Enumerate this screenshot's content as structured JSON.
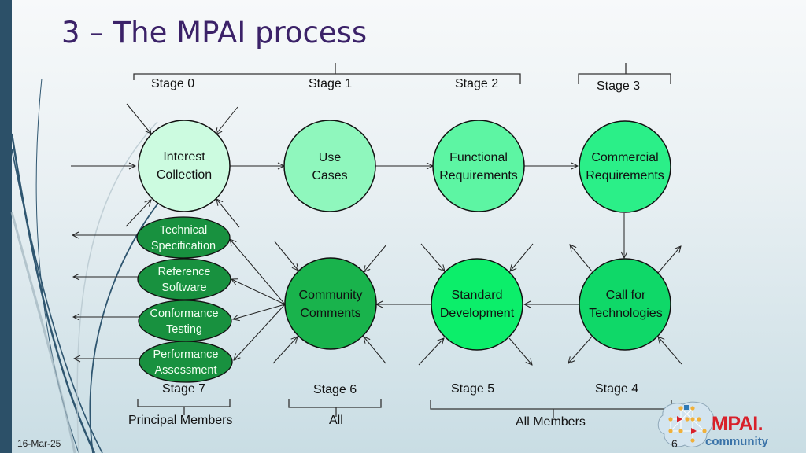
{
  "slide": {
    "title": "3 – The MPAI process",
    "date": "16-Mar-25",
    "page_number": "6"
  },
  "logo": {
    "name": "MPAI.",
    "subtitle": "community",
    "colors": {
      "mpai_red": "#d8202a",
      "community_blue": "#3a73a8",
      "node_orange": "#f2b134"
    }
  },
  "stages": {
    "stage0": "Stage 0",
    "stage1": "Stage 1",
    "stage2": "Stage 2",
    "stage3": "Stage 3",
    "stage4": "Stage 4",
    "stage5": "Stage 5",
    "stage6": "Stage 6",
    "stage7": "Stage 7"
  },
  "groups": {
    "principal_members": "Principal Members",
    "all": "All",
    "all_members": "All Members"
  },
  "nodes": {
    "interest_collection": {
      "line1": "Interest",
      "line2": "Collection",
      "color": "#ccfbe0"
    },
    "use_cases": {
      "line1": "Use",
      "line2": "Cases",
      "color": "#8ff7bd"
    },
    "functional_requirements": {
      "line1": "Functional",
      "line2": "Requirements",
      "color": "#5df5a3"
    },
    "commercial_requirements": {
      "line1": "Commercial",
      "line2": "Requirements",
      "color": "#2bef88"
    },
    "call_for_technologies": {
      "line1": "Call for",
      "line2": "Technologies",
      "color": "#0fd868"
    },
    "standard_development": {
      "line1": "Standard",
      "line2": "Development",
      "color": "#0cee6a"
    },
    "community_comments": {
      "line1": "Community",
      "line2": "Comments",
      "color": "#19b34c"
    }
  },
  "deliverables": [
    {
      "line1": "Technical",
      "line2": "Specification"
    },
    {
      "line1": "Reference",
      "line2": "Software"
    },
    {
      "line1": "Conformance",
      "line2": "Testing"
    },
    {
      "line1": "Performance",
      "line2": "Assessment"
    }
  ],
  "deliverable_color": "#18913f"
}
